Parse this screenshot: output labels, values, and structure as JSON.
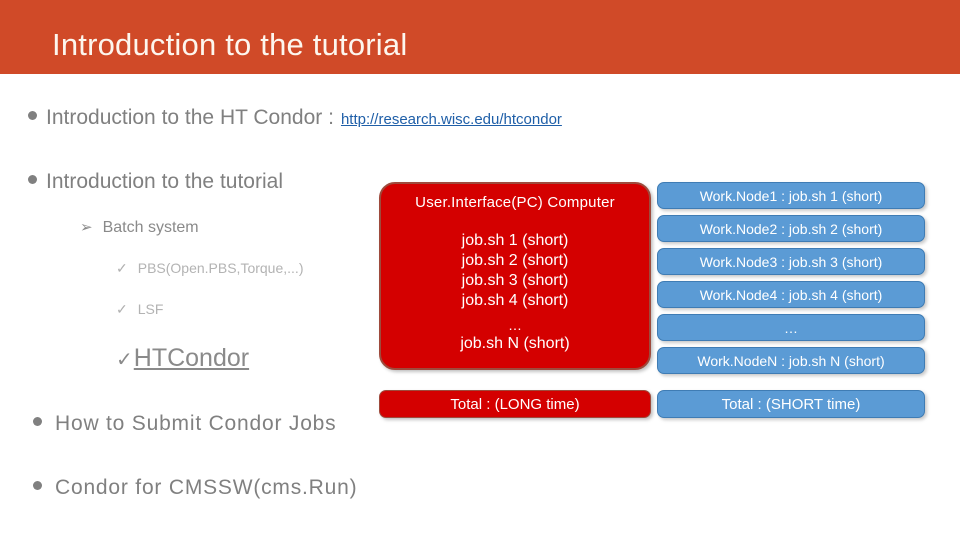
{
  "header": {
    "title": "Introduction to the tutorial",
    "band_color": "#d04a28",
    "title_color": "#fdf6ee"
  },
  "outline": {
    "bullet_glyph": "●",
    "arrow_glyph": "➢",
    "check_glyph": "✓",
    "items": {
      "intro_condor": {
        "text": "Introduction to the HT Condor : ",
        "link_text": "http://research.wisc.edu/htcondor",
        "link_color": "#1f5fa8"
      },
      "intro_tutorial": {
        "text": "Introduction to the tutorial"
      },
      "batch_system": {
        "text": "Batch system"
      },
      "pbs": {
        "text": "PBS(Open.PBS,Torque,...)"
      },
      "lsf": {
        "text": "LSF"
      },
      "htcondor": {
        "text": "HTCondor"
      },
      "submit_jobs": {
        "text": "How to Submit Condor Jobs"
      },
      "cmssw": {
        "text": "Condor for CMSSW(cms.Run)"
      }
    }
  },
  "diagram": {
    "user_interface_box": {
      "title": "User.Interface(PC) Computer",
      "fill_color": "#d40000",
      "text_color": "#ffffff",
      "jobs": [
        "job.sh 1 (short)",
        "job.sh 2 (short)",
        "job.sh 3 (short)",
        "job.sh 4 (short)"
      ],
      "ellipsis": "…",
      "last_job": "job.sh N (short)",
      "total_label": "Total : (LONG time)"
    },
    "work_nodes": {
      "fill_color": "#5b9bd5",
      "text_color": "#ffffff",
      "boxes": [
        "Work.Node1 : job.sh 1 (short)",
        "Work.Node2 : job.sh 2 (short)",
        "Work.Node3 : job.sh 3 (short)",
        "Work.Node4 : job.sh 4 (short)",
        "…",
        "Work.NodeN : job.sh N (short)"
      ],
      "total_label": "Total : (SHORT time)"
    }
  }
}
